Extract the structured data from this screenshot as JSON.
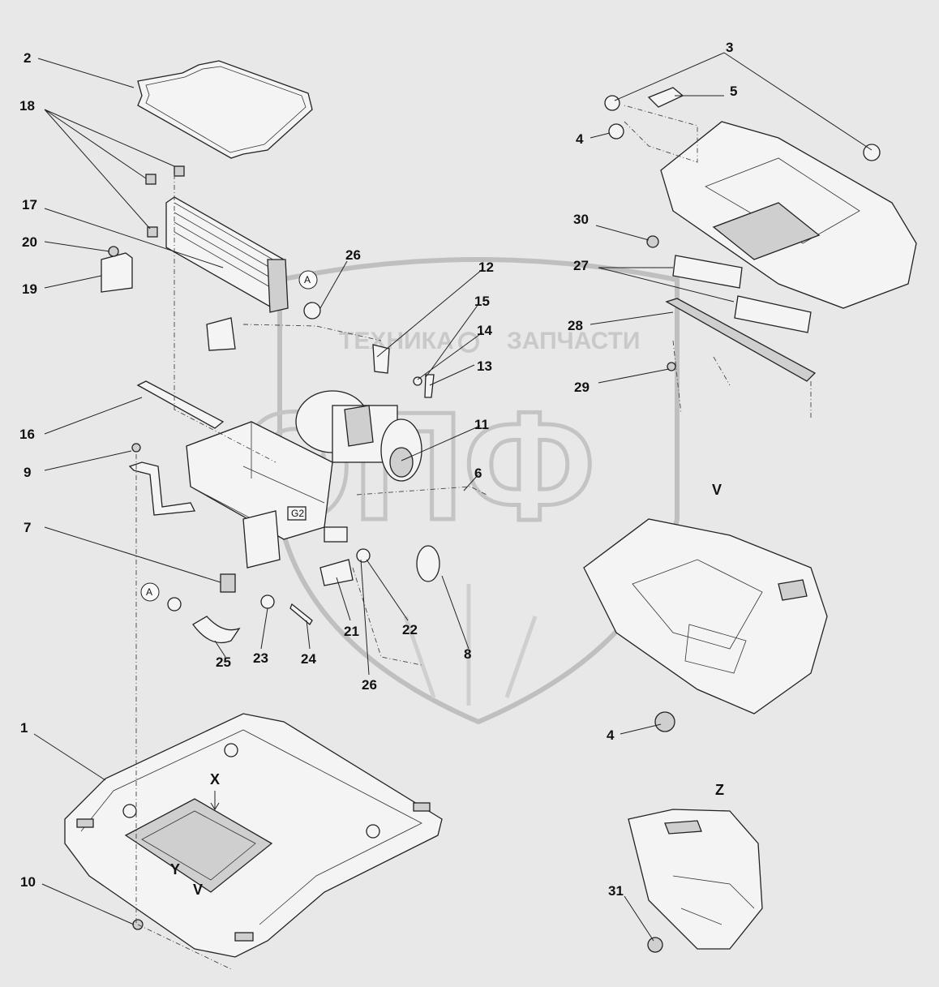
{
  "watermark": {
    "left_text": "ТЕХНИКА",
    "right_text": "ЗАПЧАСТИ",
    "big_letters": "ЭПФ"
  },
  "view_labels": {
    "v_main": "V",
    "z_main": "Z",
    "x_arrow": "X",
    "y_arrow": "Y",
    "v_arrow": "V",
    "callout_a": "A",
    "box_tag": "G2"
  },
  "callouts": {
    "n2": "2",
    "n18": "18",
    "n17": "17",
    "n20": "20",
    "n19": "19",
    "n26a": "26",
    "n12": "12",
    "n15": "15",
    "n14": "14",
    "n13": "13",
    "n16": "16",
    "n9": "9",
    "n11": "11",
    "n6": "6",
    "n7": "7",
    "n25": "25",
    "n23": "23",
    "n24": "24",
    "n21": "21",
    "n22": "22",
    "n8": "8",
    "n26b": "26",
    "n1": "1",
    "n10": "10",
    "n3": "3",
    "n5": "5",
    "n4a": "4",
    "n30": "30",
    "n27": "27",
    "n28": "28",
    "n29": "29",
    "n4b": "4",
    "n31": "31"
  }
}
